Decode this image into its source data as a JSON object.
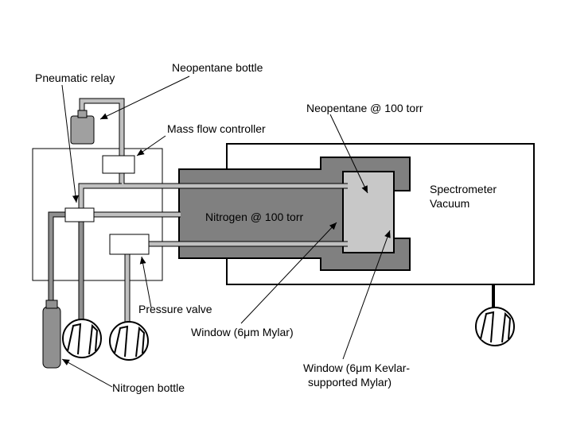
{
  "labels": {
    "neopentane_bottle": "Neopentane bottle",
    "pneumatic_relay": "Pneumatic relay",
    "mass_flow_controller": "Mass flow controller",
    "neopentane_100": "Neopentane @ 100 torr",
    "spectrometer_line1": "Spectrometer",
    "spectrometer_line2": "Vacuum",
    "nitrogen_100": "Nitrogen @ 100 torr",
    "pressure_valve": "Pressure valve",
    "window_mylar": "Window (6μm Mylar)",
    "window_kevlar_line1": "Window (6μm Kevlar-",
    "window_kevlar_line2": "supported Mylar)",
    "nitrogen_bottle": "Nitrogen bottle"
  },
  "colors": {
    "outer_cell": "#808080",
    "inner_cell": "#c8c8c8",
    "tube": "#c0c0c0",
    "nitrogen_tube": "#909090",
    "bottle": "#a0a0a0",
    "line": "#000000"
  }
}
